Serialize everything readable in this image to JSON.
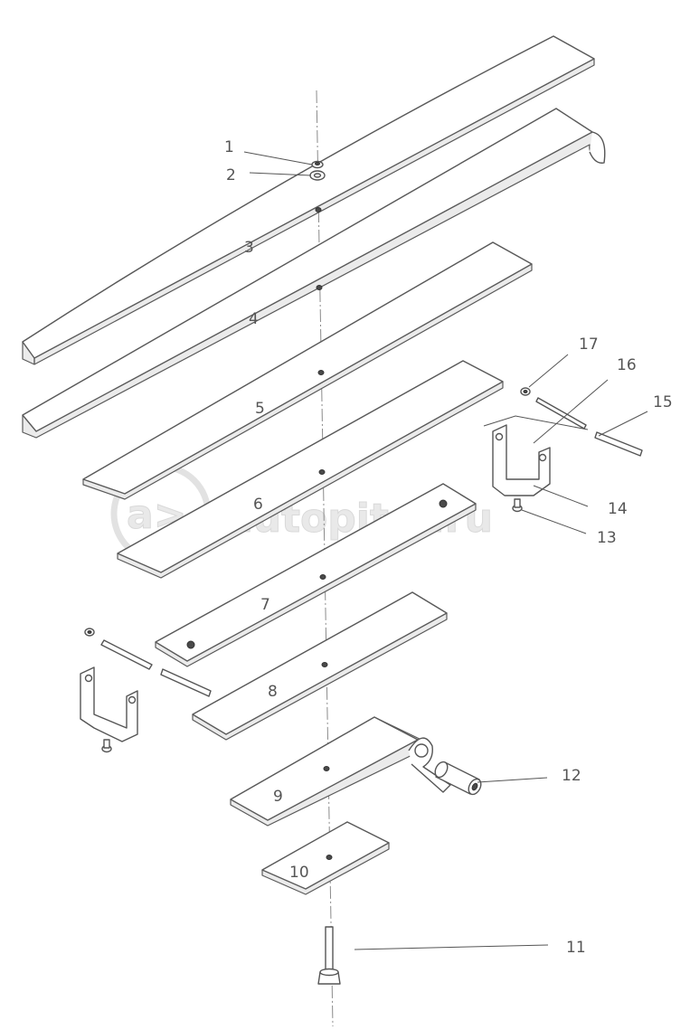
{
  "watermark": {
    "logo_glyph": "a>",
    "text": "autopiter.ru"
  },
  "parts": [
    {
      "id": "p1",
      "label": "1"
    },
    {
      "id": "p2",
      "label": "2"
    },
    {
      "id": "p3",
      "label": "3"
    },
    {
      "id": "p4",
      "label": "4"
    },
    {
      "id": "p5",
      "label": "5"
    },
    {
      "id": "p6",
      "label": "6"
    },
    {
      "id": "p7",
      "label": "7"
    },
    {
      "id": "p8",
      "label": "8"
    },
    {
      "id": "p9",
      "label": "9"
    },
    {
      "id": "p10",
      "label": "10"
    },
    {
      "id": "p11",
      "label": "11"
    },
    {
      "id": "p12",
      "label": "12"
    },
    {
      "id": "p13",
      "label": "13"
    },
    {
      "id": "p14",
      "label": "14"
    },
    {
      "id": "p15",
      "label": "15"
    },
    {
      "id": "p16",
      "label": "16"
    },
    {
      "id": "p17",
      "label": "17"
    }
  ]
}
